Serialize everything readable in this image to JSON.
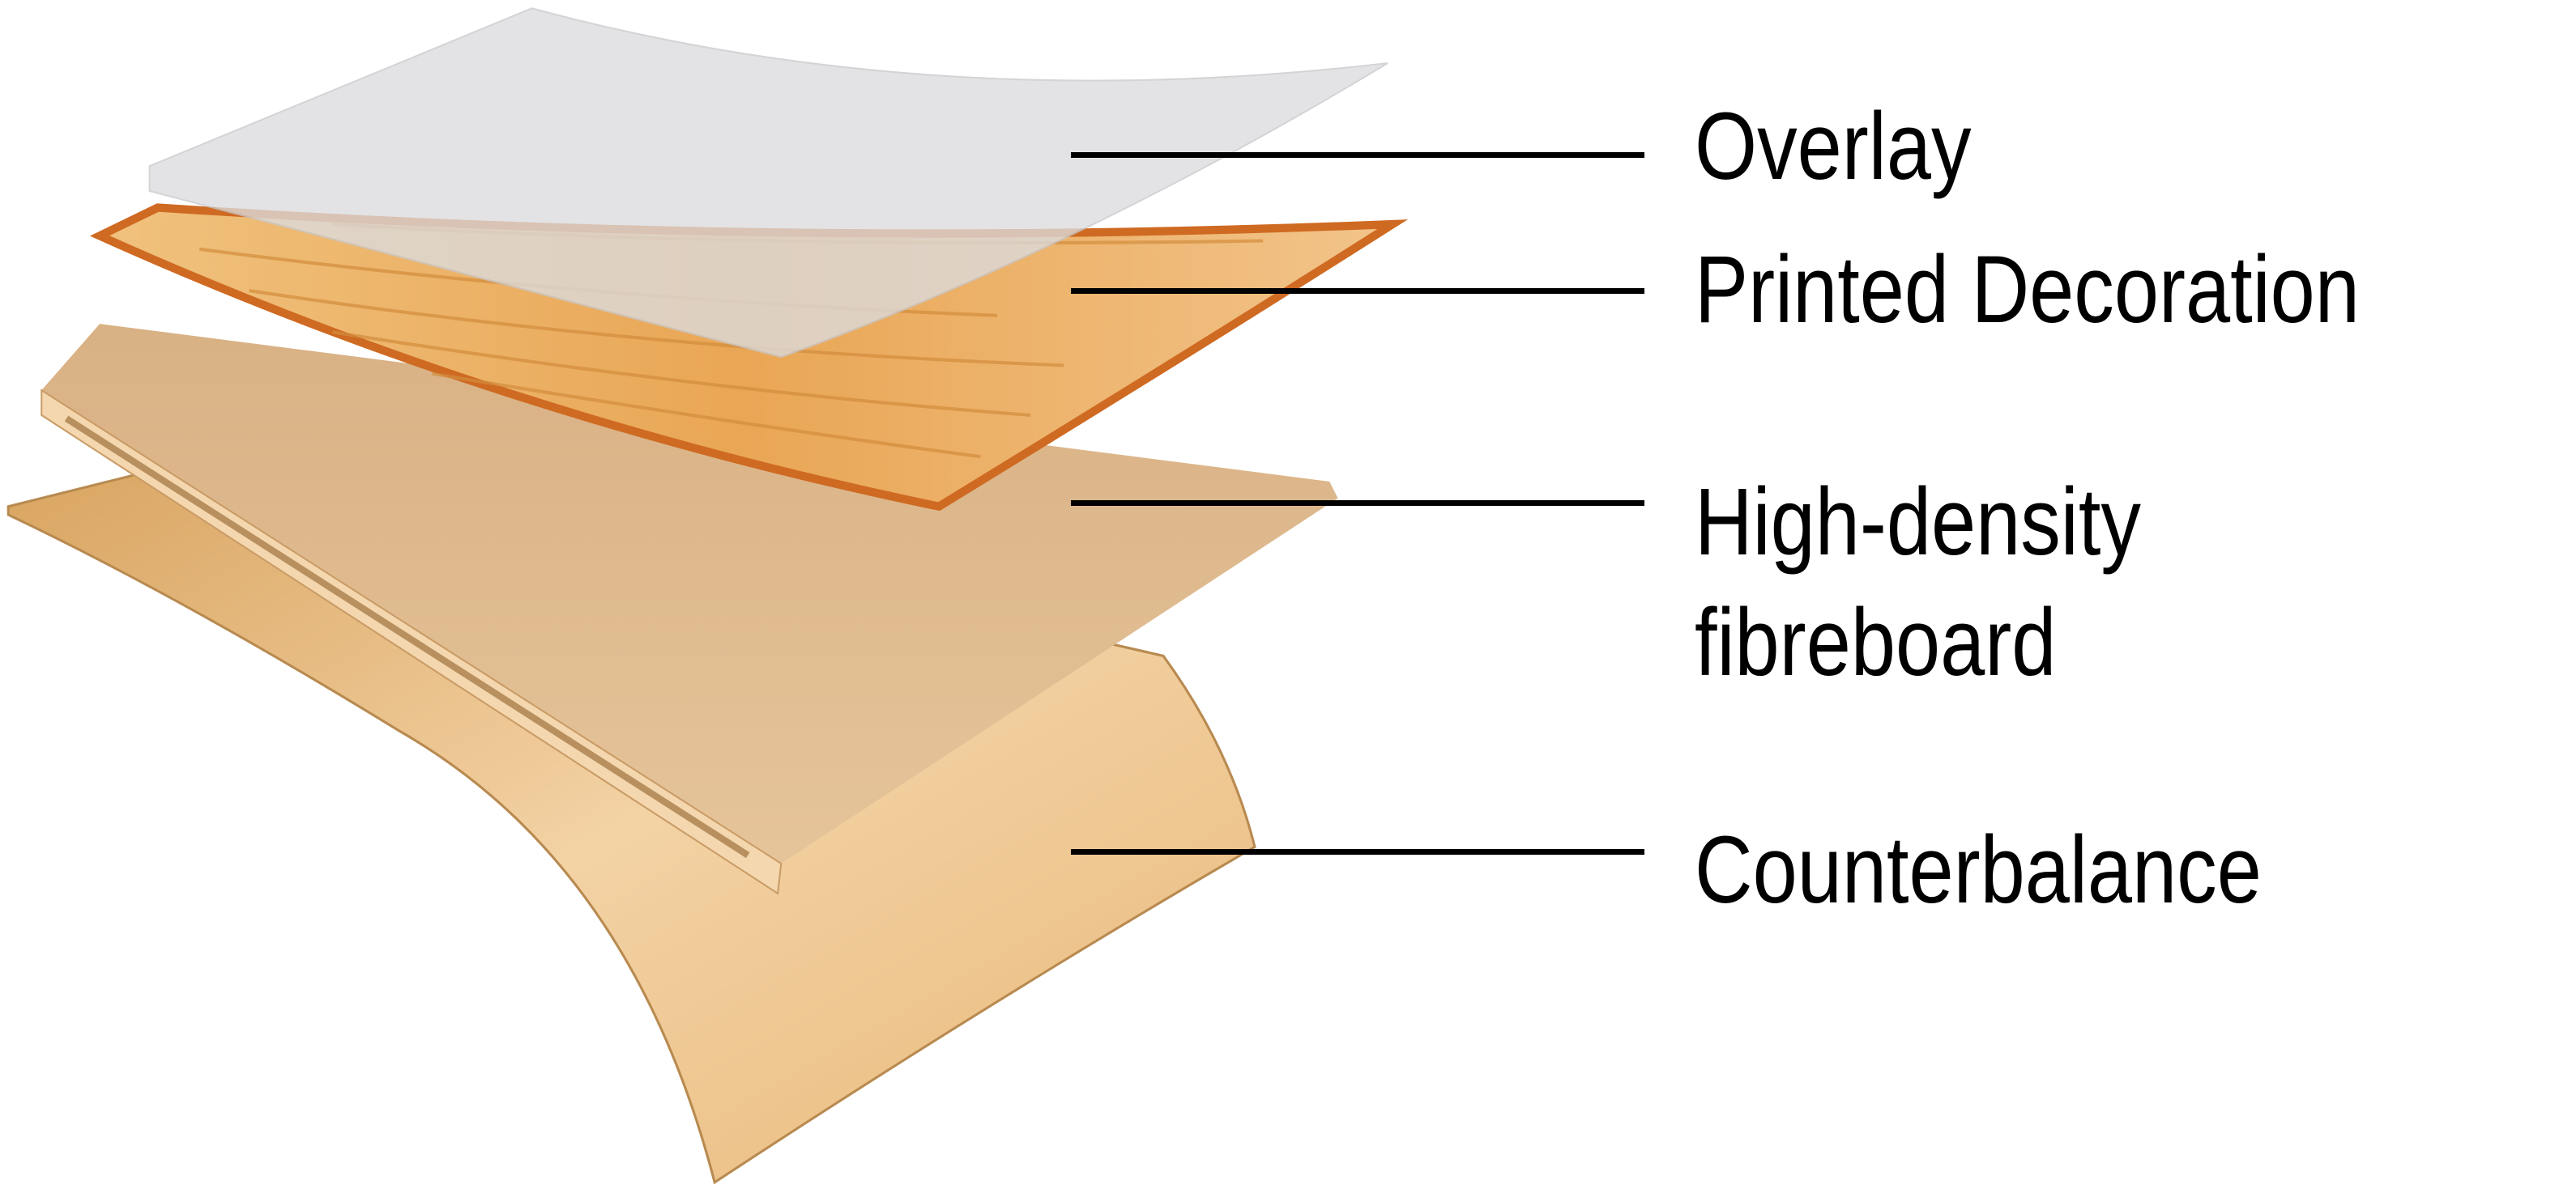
{
  "diagram": {
    "layers": [
      {
        "id": "overlay",
        "label": "Overlay",
        "color": "#d9d9dc"
      },
      {
        "id": "printed-decoration",
        "label": "Printed Decoration",
        "color": "#e9a95a"
      },
      {
        "id": "hdf",
        "label_line1": "High-density",
        "label_line2": "fibreboard",
        "color": "#dcb585"
      },
      {
        "id": "counterbalance",
        "label": "Counterbalance",
        "color": "#eec48c"
      }
    ]
  }
}
